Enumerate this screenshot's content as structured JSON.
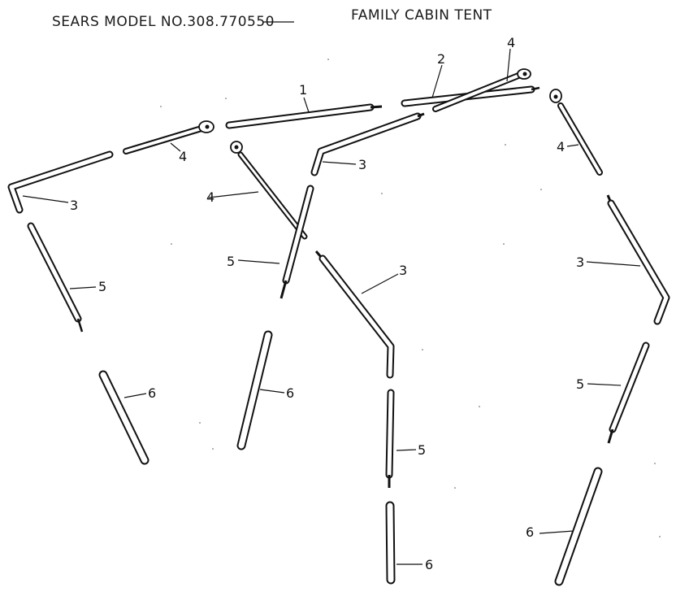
{
  "header": {
    "model": "SEARS MODEL NO.308.770550",
    "title": "FAMILY CABIN TENT"
  },
  "callouts": [
    "1",
    "2",
    "4",
    "4",
    "4",
    "4",
    "3",
    "3",
    "3",
    "3",
    "5",
    "5",
    "5",
    "5",
    "6",
    "6",
    "6",
    "6"
  ],
  "colors": {
    "ink": "#111111",
    "paper": "#ffffff"
  }
}
